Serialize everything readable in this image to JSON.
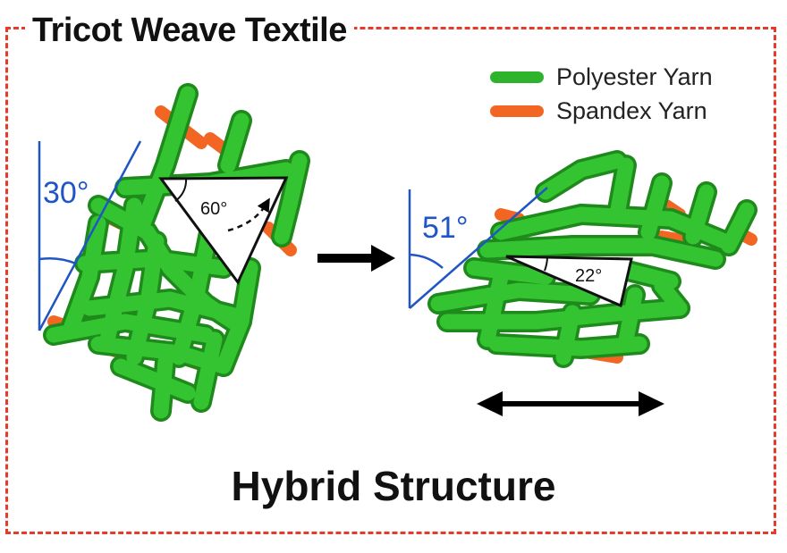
{
  "title": "Tricot Weave Textile",
  "legend": [
    {
      "label": "Polyester Yarn",
      "color": "#2fb22c"
    },
    {
      "label": "Spandex Yarn",
      "color": "#f26522"
    }
  ],
  "left_structure": {
    "outer_angle": "30°",
    "inner_angle": "60°"
  },
  "right_structure": {
    "outer_angle": "51°",
    "inner_angle": "22°"
  },
  "bottom_label": "Hybrid Structure",
  "colors": {
    "frame": "#e83a2a",
    "angle_lines": "#1f55c4",
    "arrows": "#000000"
  }
}
